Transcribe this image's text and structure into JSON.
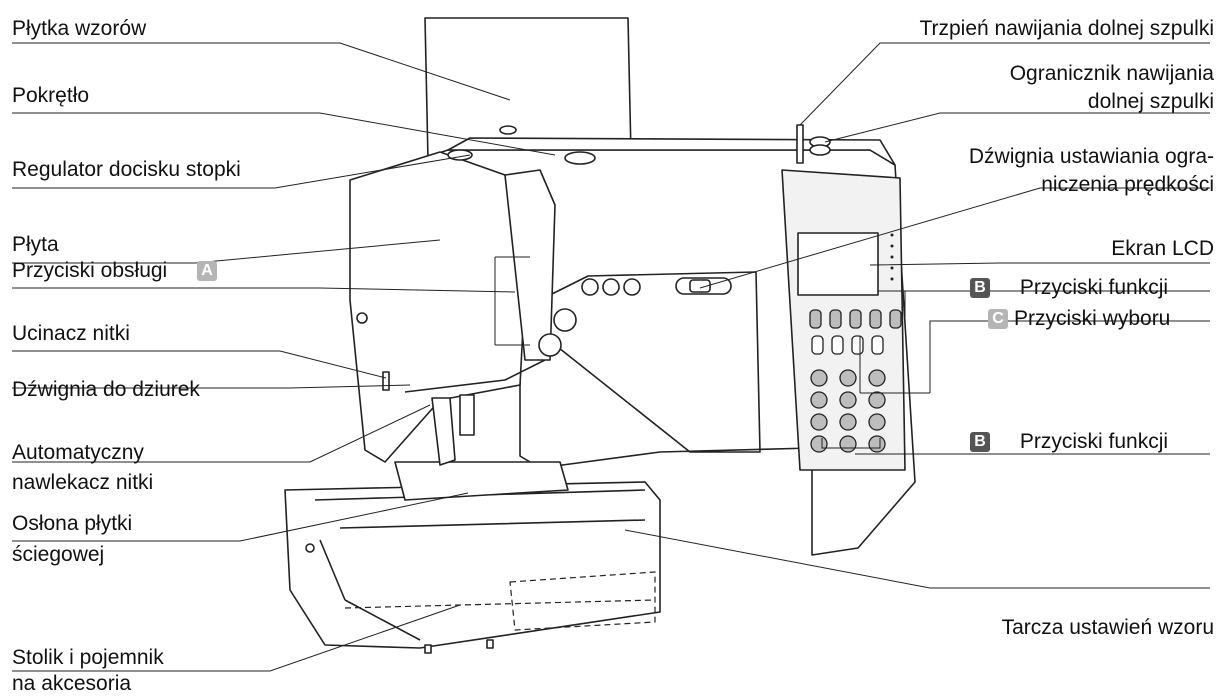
{
  "labels_left": [
    {
      "id": "plytka-wzorow",
      "text": "Płytka wzorów"
    },
    {
      "id": "pokretlo",
      "text": "Pokrętło"
    },
    {
      "id": "regulator",
      "text": "Regulator docisku stopki"
    },
    {
      "id": "plyta",
      "text": "Płyta"
    },
    {
      "id": "przyciski-obslugi",
      "text": "Przyciski obsługi",
      "badge": "A"
    },
    {
      "id": "ucinacz",
      "text": "Ucinacz nitki"
    },
    {
      "id": "dzwignia-dziurek",
      "text": "Dźwignia do dziurek"
    },
    {
      "id": "nawlekacz",
      "text": [
        "Automatyczny",
        "nawlekacz nitki"
      ]
    },
    {
      "id": "oslona",
      "text": [
        "Osłona płytki",
        "ściegowej"
      ]
    },
    {
      "id": "stolik",
      "text": [
        "Stolik i pojemnik",
        "na akcesoria"
      ]
    }
  ],
  "labels_right": [
    {
      "id": "trzpien",
      "text": "Trzpień nawijania dolnej szpulki"
    },
    {
      "id": "ogranicznik",
      "text": [
        "Ogranicznik nawijania",
        "dolnej szpulki"
      ]
    },
    {
      "id": "dzwignia-predkosci",
      "text": [
        "Dźwignia ustawiania ogra-",
        "niczenia prędkości"
      ]
    },
    {
      "id": "ekran",
      "text": "Ekran LCD"
    },
    {
      "id": "funkcje-1",
      "text": "Przyciski funkcji",
      "badge": "B"
    },
    {
      "id": "wyboru",
      "text": "Przyciski wyboru",
      "badge": "C"
    },
    {
      "id": "funkcje-2",
      "text": "Przyciski funkcji",
      "badge": "B"
    },
    {
      "id": "tarcza",
      "text": "Tarcza ustawień wzoru"
    }
  ],
  "colors": {
    "line": "#222222",
    "badge_dark": "#555555",
    "badge_light": "#b5b5b5",
    "panel": "#f2f2f2"
  }
}
